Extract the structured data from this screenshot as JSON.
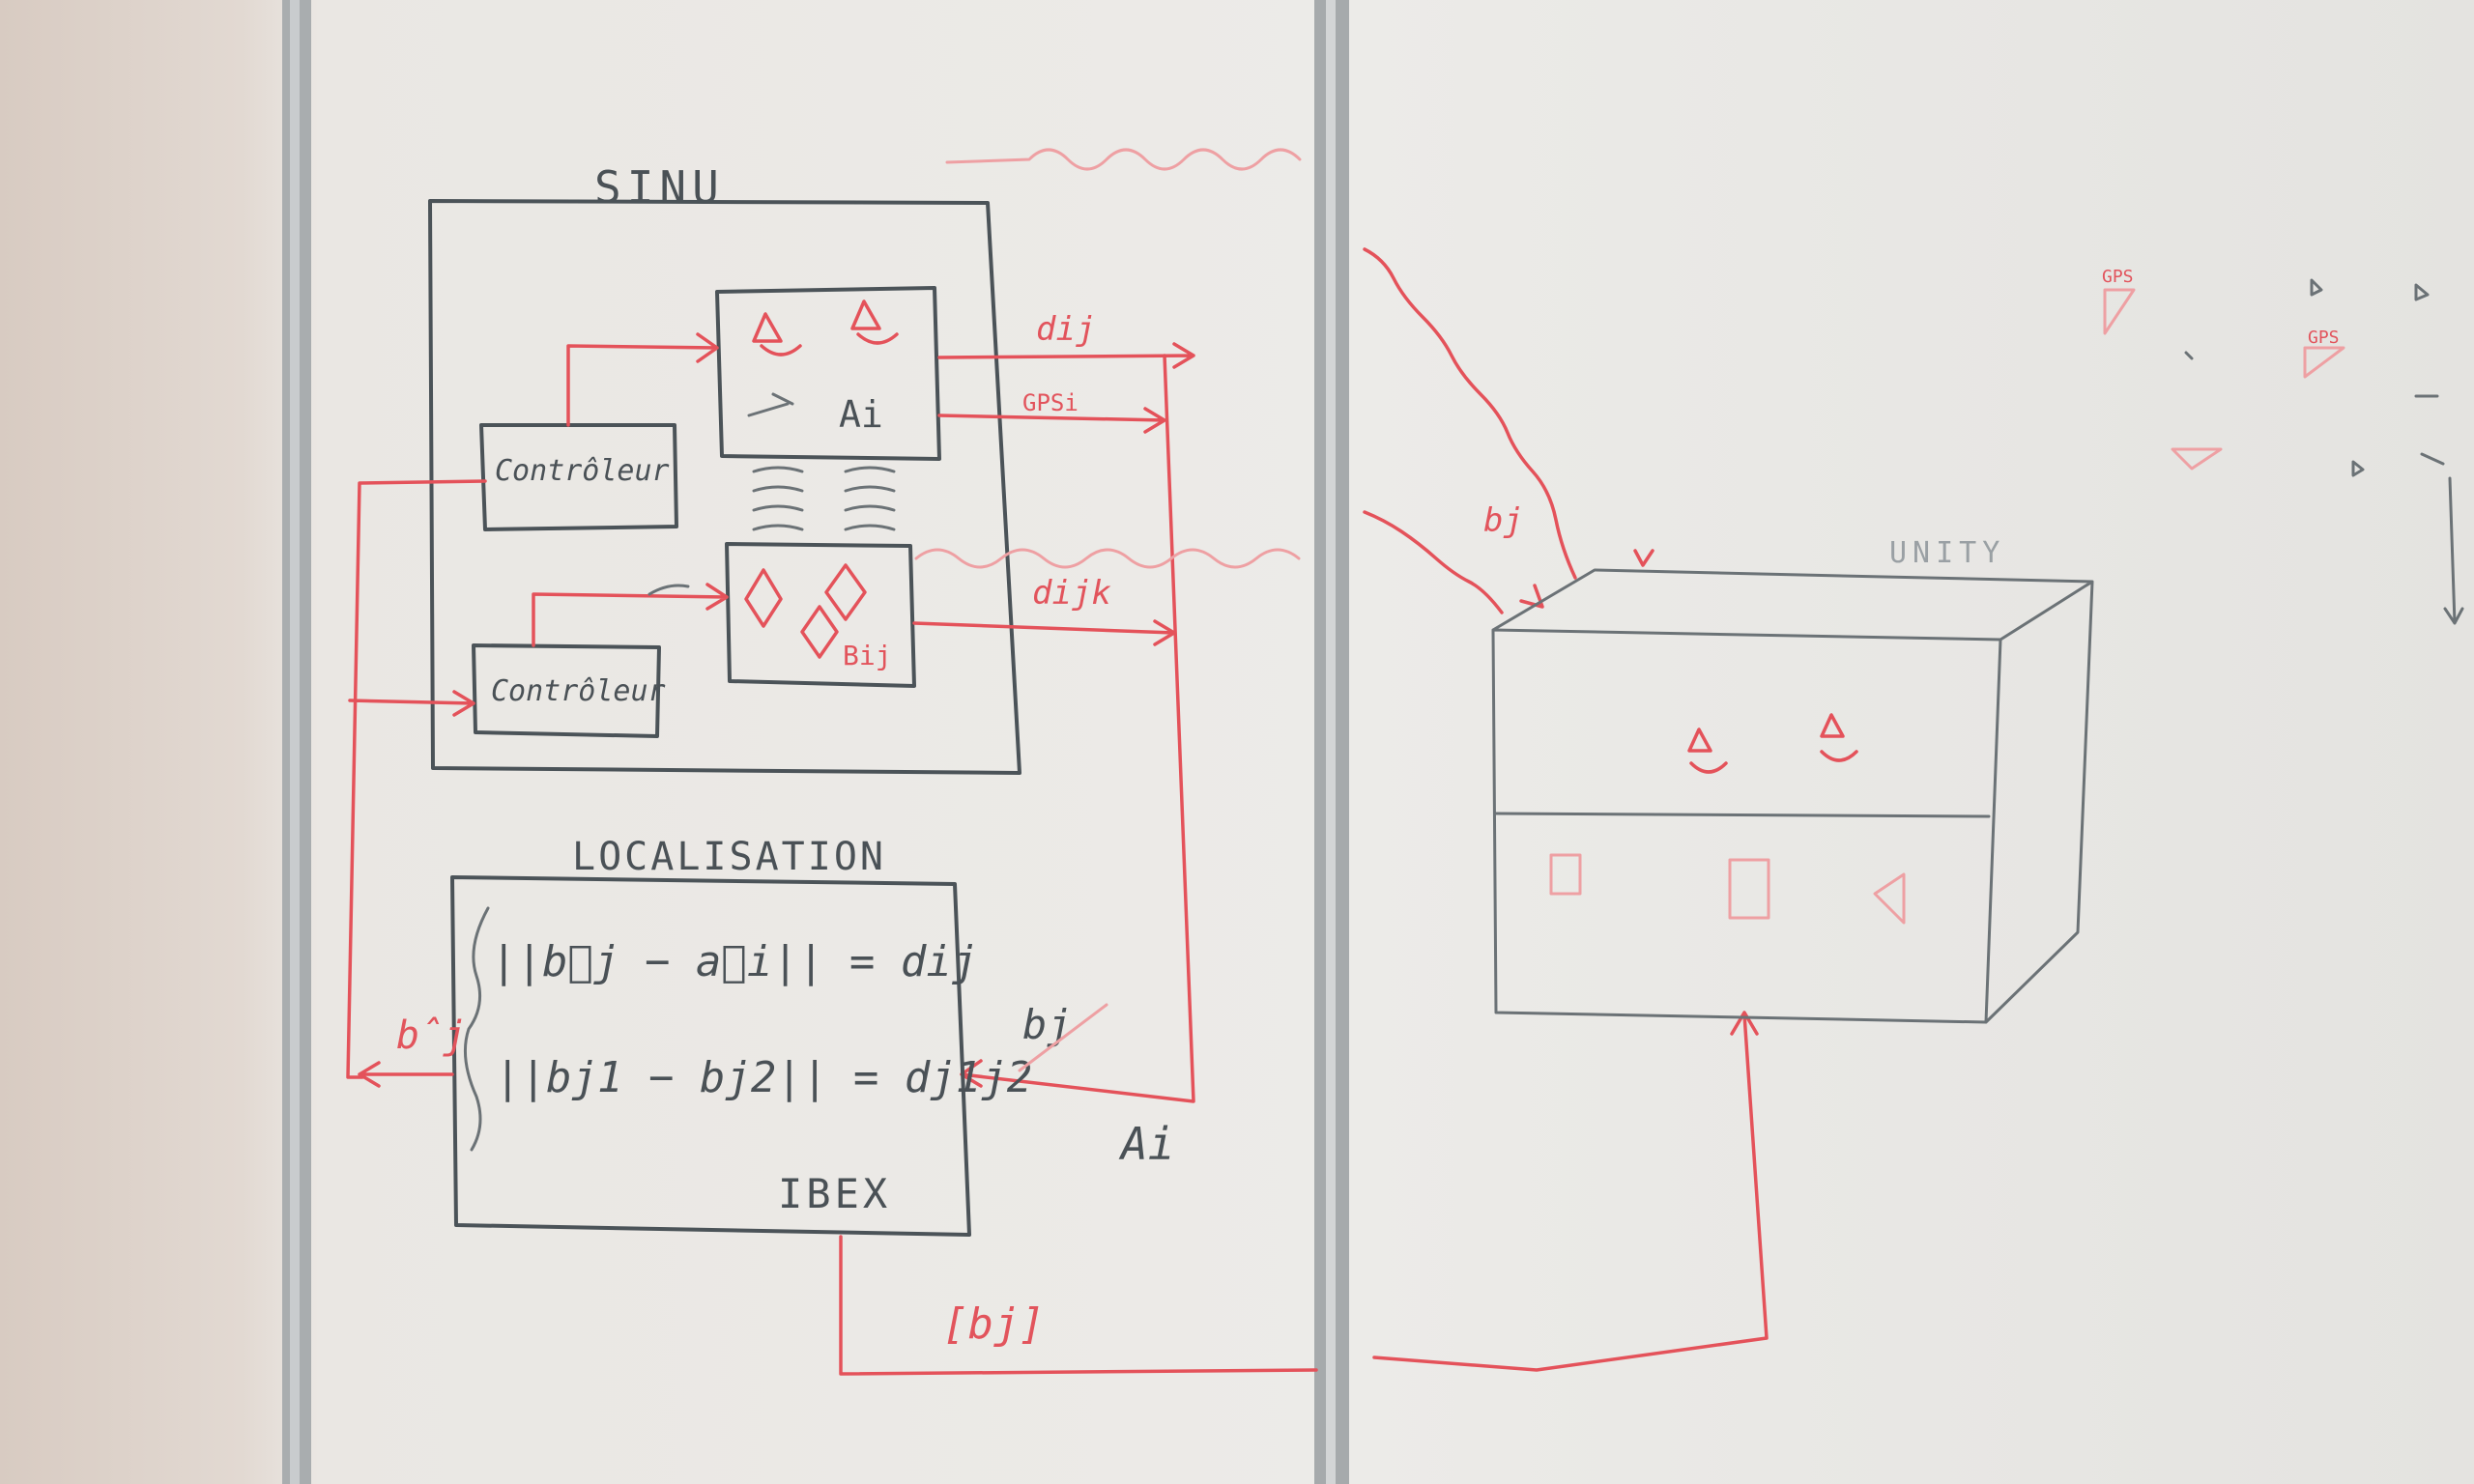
{
  "labels": {
    "sinu": "SINU",
    "controleur_1": "Contrôleur",
    "controleur_2": "Contrôleur",
    "a_i": "Ai",
    "b_ij": "Bij",
    "d_ij": "dij",
    "gps_i": "GPSi",
    "d_ij_jk": "dijk",
    "b_j": "bj",
    "unity": "UNITY",
    "localisation": "LOCALISATION",
    "eq1": "||b⃗j − a⃗i|| = dij",
    "eq2": "||bj1 − bj2|| = dj1j2",
    "ibex": "IBEX",
    "b_hat": "b̂j",
    "a_i_out": "Ai",
    "b_j_crossed": "bj",
    "b_j_bracket": "[bj]",
    "gps_note": "GPS",
    "unity_gps": "GPS"
  },
  "colors": {
    "black_marker": "#4b5358",
    "red_marker": "#e4525a",
    "board": "#ecebe8",
    "frame": "#9ea3a6"
  }
}
